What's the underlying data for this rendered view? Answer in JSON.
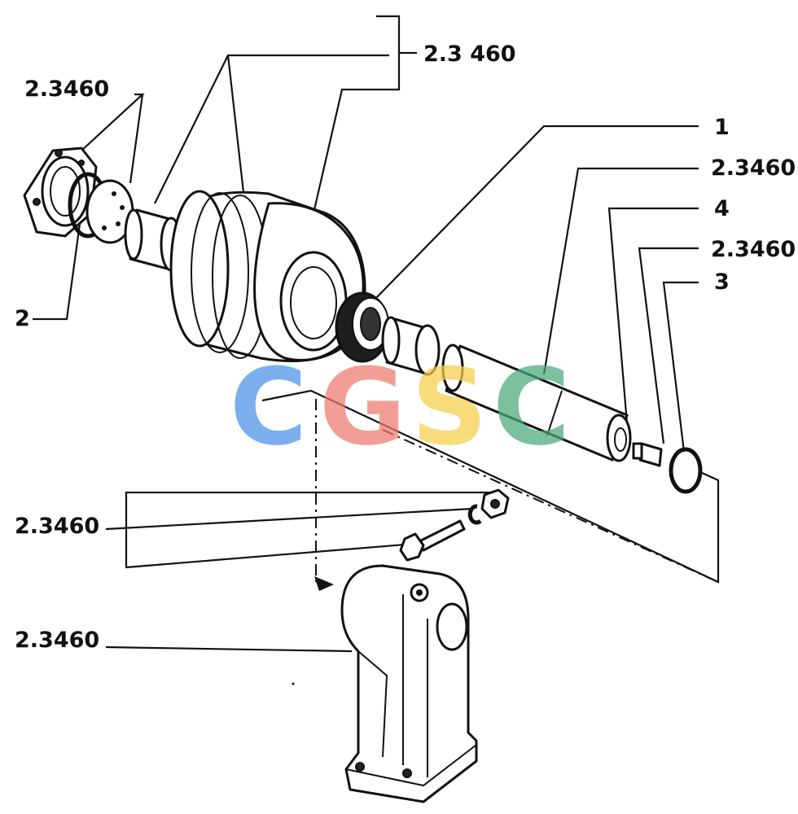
{
  "labels": {
    "top_group": "2.3 460",
    "cap_group": "2.3460",
    "callout_1": "1",
    "callout_2": "2",
    "callout_3": "3",
    "callout_4": "4",
    "shaft_ref": "2.3460",
    "plug_ref": "2.3460",
    "bolt_group": "2.3460",
    "bracket_ref": "2.3460"
  },
  "watermark": {
    "letters": [
      "C",
      "G",
      "S",
      "C"
    ],
    "colors": [
      "#4a8fe8",
      "#ee7a6e",
      "#f6cf4a",
      "#4aa878"
    ]
  }
}
